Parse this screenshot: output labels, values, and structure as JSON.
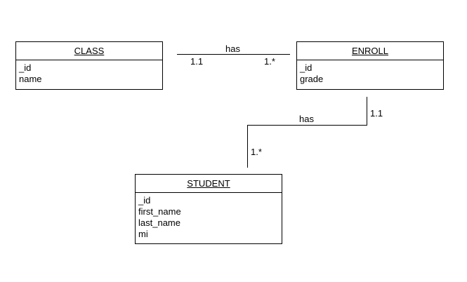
{
  "entities": {
    "class": {
      "name": "CLASS",
      "attributes": [
        "_id",
        "name"
      ]
    },
    "enroll": {
      "name": "ENROLL",
      "attributes": [
        "_id",
        "grade"
      ]
    },
    "student": {
      "name": "STUDENT",
      "attributes": [
        "_id",
        "first_name",
        "last_name",
        "mi"
      ]
    }
  },
  "relationships": {
    "class_enroll": {
      "label": "has",
      "class_cardinality": "1.1",
      "enroll_cardinality": "1.*"
    },
    "enroll_student": {
      "label": "has",
      "enroll_cardinality": "1.1",
      "student_cardinality": "1.*"
    }
  }
}
